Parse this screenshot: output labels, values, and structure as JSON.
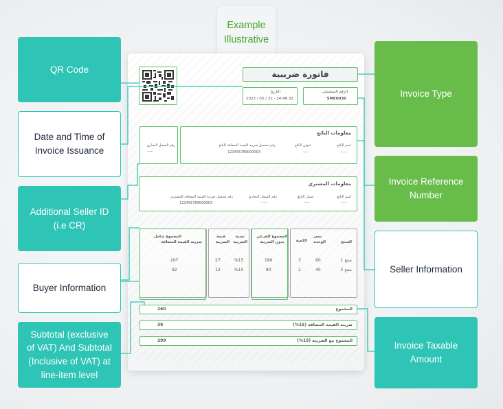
{
  "example_tag": {
    "line1": "Example",
    "line2": "Illustrative"
  },
  "labels": {
    "qr_code": "QR Code",
    "date_time_1": "Date and Time  of",
    "date_time_2": "Invoice Issuance",
    "additional_seller_1": "Additional Seller ID",
    "additional_seller_2": "(i.e CR)",
    "buyer_info": "Buyer Information",
    "subtotal_1": "Subtotal (exclusive",
    "subtotal_2": "of VAT) And Subtotal",
    "subtotal_3": "(Inclusive of VAT) at",
    "subtotal_4": "line-item level",
    "invoice_type": "Invoice Type",
    "invoice_reference_1": "Invoice Reference",
    "invoice_reference_2": "Number",
    "seller_info": "Seller Information",
    "invoice_taxable_1": "Invoice Taxable",
    "invoice_taxable_2": "Amount"
  },
  "invoice": {
    "title": "فاتورة ضريبية",
    "date_label": "التاريخ",
    "date_value": "2022 / 05 / 31 - 14:46:32",
    "serial_label": "الرقم التسلسلي",
    "serial_value": "SME0030",
    "seller": {
      "heading": "معلومات البائع",
      "name_label": "اسم البائع",
      "name_value": "-----",
      "address_label": "عنوان البائع",
      "address_value": "-----",
      "vat_label": "رقم تسجيل ضريبة القيمة المضافة للبائع",
      "vat_value": "123456789000003",
      "cr_label": "رقم السجل التجاري",
      "cr_value": "-----"
    },
    "buyer": {
      "heading": "معلومات المشتري",
      "name_label": "اسم البائع",
      "name_value": "-----",
      "address_label": "عنوان البائع",
      "address_value": "-----",
      "cr_label": "رقم السجل التجاري",
      "cr_value": "-----",
      "vat_label": "رقم تسجيل ضريبة القيمة المضافة للمشتري",
      "vat_value": "123456789000003"
    },
    "table": {
      "headers": {
        "product": "المنتج",
        "unit_price_1": "سعر",
        "unit_price_2": "الوحدة",
        "quantity": "الكمية",
        "subtotal_1": "المجموع الفرعي",
        "subtotal_2": "بدون الضريبة",
        "vat_rate_1": "نسبة",
        "vat_rate_2": "الضريبة",
        "vat_amount_1": "قيمة",
        "vat_amount_2": "الضريبة",
        "total_1": "المجموع شامل",
        "total_2": "ضريبة القيمة المضافة"
      },
      "rows": [
        {
          "product": "منتج 1",
          "unit_price": "60",
          "quantity": "3",
          "subtotal": "180",
          "vat_rate": "%15",
          "vat_amount": "27",
          "total": "207"
        },
        {
          "product": "منتج 2",
          "unit_price": "40",
          "quantity": "2",
          "subtotal": "80",
          "vat_rate": "%15",
          "vat_amount": "12",
          "total": "92"
        }
      ]
    },
    "totals": [
      {
        "label": "المجموع",
        "value": "260"
      },
      {
        "label": "ضريبة القيمة المضافة (15%)",
        "value": "39"
      },
      {
        "label": "المجموع مع الضريبة (15%)",
        "value": "299"
      }
    ]
  }
}
